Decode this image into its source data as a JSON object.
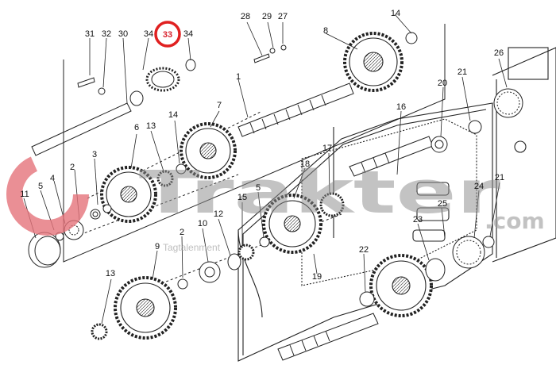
{
  "diagram": {
    "highlight_color": "#e02020",
    "highlighted_part": "33",
    "part_numbers": [
      "31",
      "32",
      "30",
      "34",
      "33",
      "34",
      "28",
      "29",
      "27",
      "14",
      "8",
      "26",
      "1",
      "7",
      "21",
      "20",
      "16",
      "6",
      "13",
      "14",
      "3",
      "2",
      "4",
      "5",
      "11",
      "17",
      "18",
      "15",
      "5",
      "10",
      "12",
      "2",
      "9",
      "19",
      "22",
      "23",
      "25",
      "24",
      "21",
      "13"
    ]
  },
  "watermark": {
    "brand": "Trakter",
    "domain": ".com",
    "tagline": "Tagtalenment",
    "color": "#e5737a",
    "gray": "#9a9a9a"
  }
}
